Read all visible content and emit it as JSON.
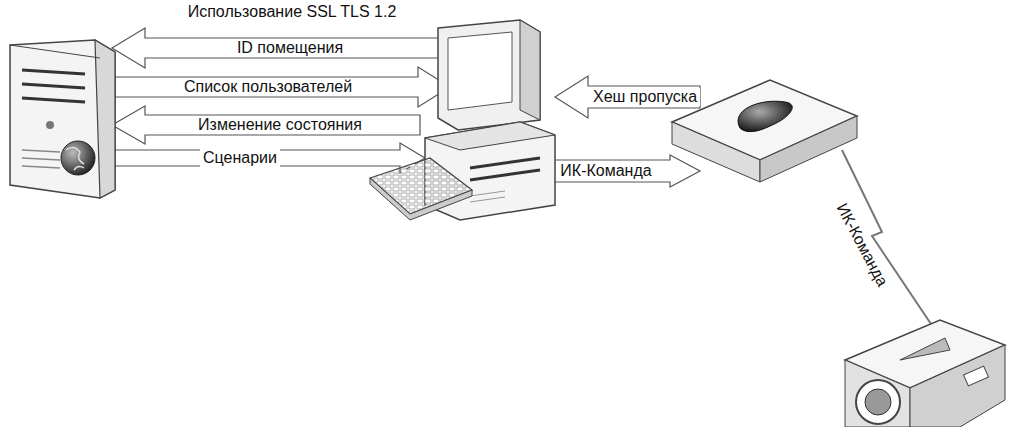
{
  "diagram": {
    "labels": [
      "Использование SSL TLS 1.2",
      "ID помещения",
      "Список пользователей",
      "Изменение состояния",
      "Сценарии",
      "Хеш пропуска",
      "ИК-Команда",
      "ИК-Команда"
    ]
  }
}
